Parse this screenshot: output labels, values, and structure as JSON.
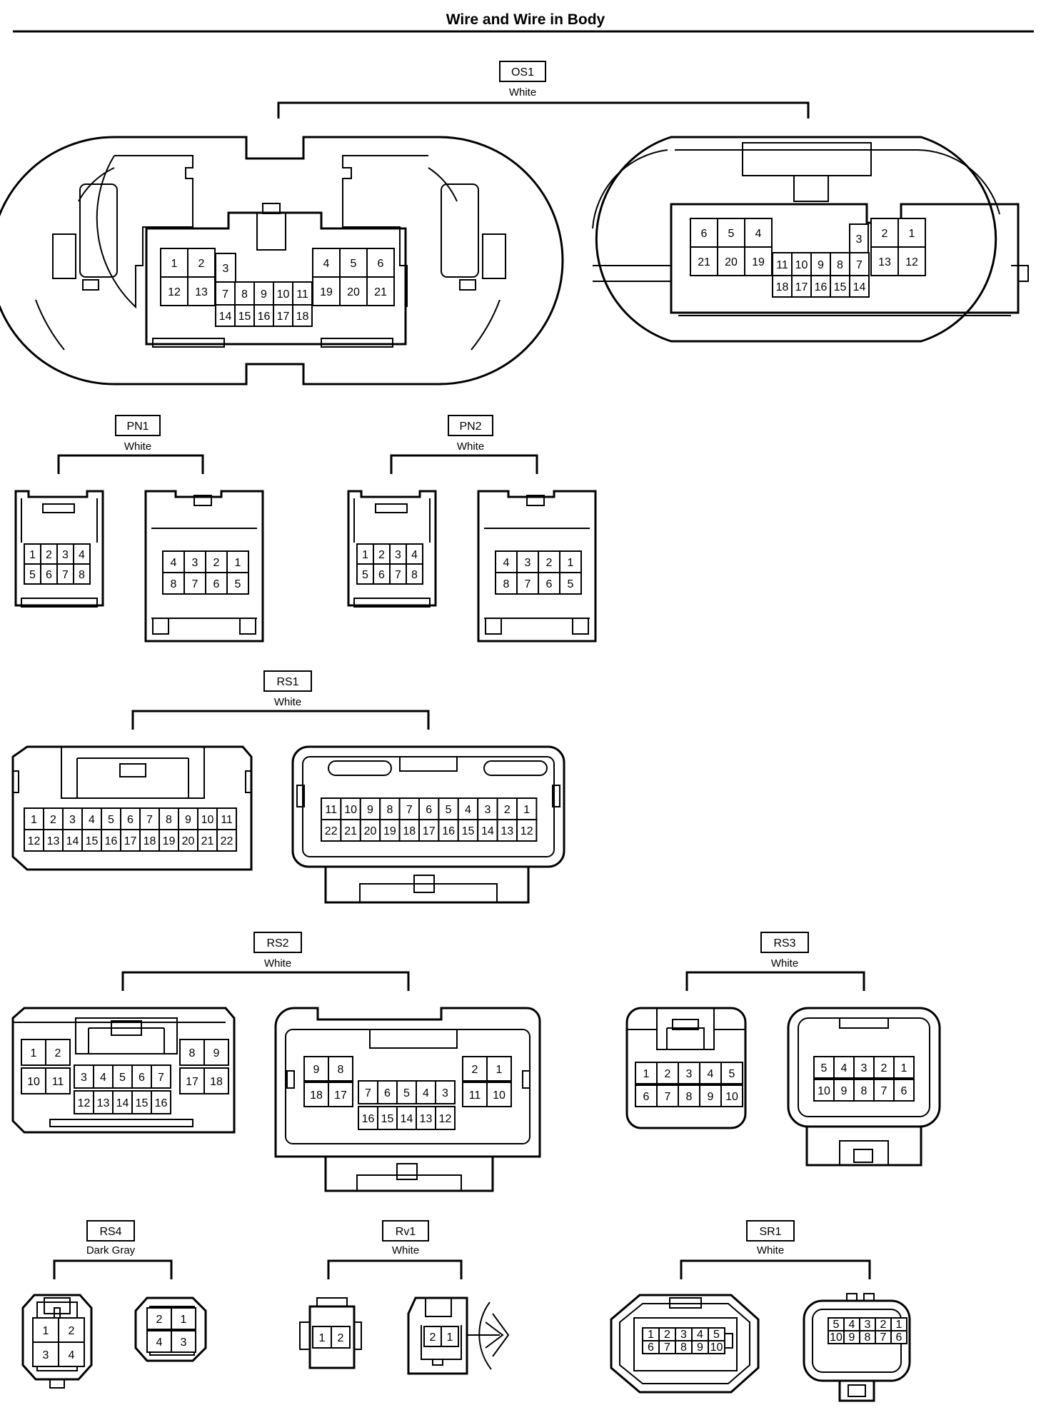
{
  "page": {
    "title": "Wire and Wire in Body"
  },
  "connectors": {
    "OS1": {
      "code": "OS1",
      "color": "White",
      "left": {
        "top_left": [
          "1",
          "2"
        ],
        "bot_left": [
          "12",
          "13"
        ],
        "lone": "3",
        "mid_top": [
          "7",
          "8",
          "9",
          "10",
          "11"
        ],
        "mid_bot": [
          "14",
          "15",
          "16",
          "17",
          "18"
        ],
        "top_right": [
          "4",
          "5",
          "6"
        ],
        "bot_right": [
          "19",
          "20",
          "21"
        ]
      },
      "right": {
        "top_left": [
          "6",
          "5",
          "4"
        ],
        "bot_left": [
          "21",
          "20",
          "19"
        ],
        "mid_top": [
          "11",
          "10",
          "9",
          "8",
          "7"
        ],
        "mid_bot": [
          "18",
          "17",
          "16",
          "15",
          "14"
        ],
        "lone": "3",
        "top_right": [
          "2",
          "1"
        ],
        "bot_right": [
          "13",
          "12"
        ]
      }
    },
    "PN1": {
      "code": "PN1",
      "color": "White",
      "left": {
        "row1": [
          "1",
          "2",
          "3",
          "4"
        ],
        "row2": [
          "5",
          "6",
          "7",
          "8"
        ]
      },
      "right": {
        "row1": [
          "4",
          "3",
          "2",
          "1"
        ],
        "row2": [
          "8",
          "7",
          "6",
          "5"
        ]
      }
    },
    "PN2": {
      "code": "PN2",
      "color": "White",
      "left": {
        "row1": [
          "1",
          "2",
          "3",
          "4"
        ],
        "row2": [
          "5",
          "6",
          "7",
          "8"
        ]
      },
      "right": {
        "row1": [
          "4",
          "3",
          "2",
          "1"
        ],
        "row2": [
          "8",
          "7",
          "6",
          "5"
        ]
      }
    },
    "RS1": {
      "code": "RS1",
      "color": "White",
      "left": {
        "row1": [
          "1",
          "2",
          "3",
          "4",
          "5",
          "6",
          "7",
          "8",
          "9",
          "10",
          "11"
        ],
        "row2": [
          "12",
          "13",
          "14",
          "15",
          "16",
          "17",
          "18",
          "19",
          "20",
          "21",
          "22"
        ]
      },
      "right": {
        "row1": [
          "11",
          "10",
          "9",
          "8",
          "7",
          "6",
          "5",
          "4",
          "3",
          "2",
          "1"
        ],
        "row2": [
          "22",
          "21",
          "20",
          "19",
          "18",
          "17",
          "16",
          "15",
          "14",
          "13",
          "12"
        ]
      }
    },
    "RS2": {
      "code": "RS2",
      "color": "White",
      "left": {
        "a1": [
          "1",
          "2"
        ],
        "a2": [
          "10",
          "11"
        ],
        "b1": [
          "3",
          "4",
          "5",
          "6",
          "7"
        ],
        "b2": [
          "12",
          "13",
          "14",
          "15",
          "16"
        ],
        "c1": [
          "8",
          "9"
        ],
        "c2": [
          "17",
          "18"
        ]
      },
      "right": {
        "a1": [
          "9",
          "8"
        ],
        "a2": [
          "18",
          "17"
        ],
        "b1": [
          "7",
          "6",
          "5",
          "4",
          "3"
        ],
        "b2": [
          "16",
          "15",
          "14",
          "13",
          "12"
        ],
        "c1": [
          "2",
          "1"
        ],
        "c2": [
          "11",
          "10"
        ]
      }
    },
    "RS3": {
      "code": "RS3",
      "color": "White",
      "left": {
        "row1": [
          "1",
          "2",
          "3",
          "4",
          "5"
        ],
        "row2": [
          "6",
          "7",
          "8",
          "9",
          "10"
        ]
      },
      "right": {
        "row1": [
          "5",
          "4",
          "3",
          "2",
          "1"
        ],
        "row2": [
          "10",
          "9",
          "8",
          "7",
          "6"
        ]
      }
    },
    "RS4": {
      "code": "RS4",
      "color": "Dark Gray",
      "left": {
        "row1": [
          "1",
          "2"
        ],
        "row2": [
          "3",
          "4"
        ]
      },
      "right": {
        "row1": [
          "2",
          "1"
        ],
        "row2": [
          "4",
          "3"
        ]
      }
    },
    "Rv1": {
      "code": "Rv1",
      "color": "White",
      "left": {
        "row1": [
          "1",
          "2"
        ]
      },
      "right": {
        "row1": [
          "2",
          "1"
        ]
      }
    },
    "SR1": {
      "code": "SR1",
      "color": "White",
      "left": {
        "row1": [
          "1",
          "2",
          "3",
          "4",
          "5"
        ],
        "row2": [
          "6",
          "7",
          "8",
          "9",
          "10"
        ]
      },
      "right": {
        "row1": [
          "5",
          "4",
          "3",
          "2",
          "1"
        ],
        "row2": [
          "10",
          "9",
          "8",
          "7",
          "6"
        ]
      }
    }
  }
}
